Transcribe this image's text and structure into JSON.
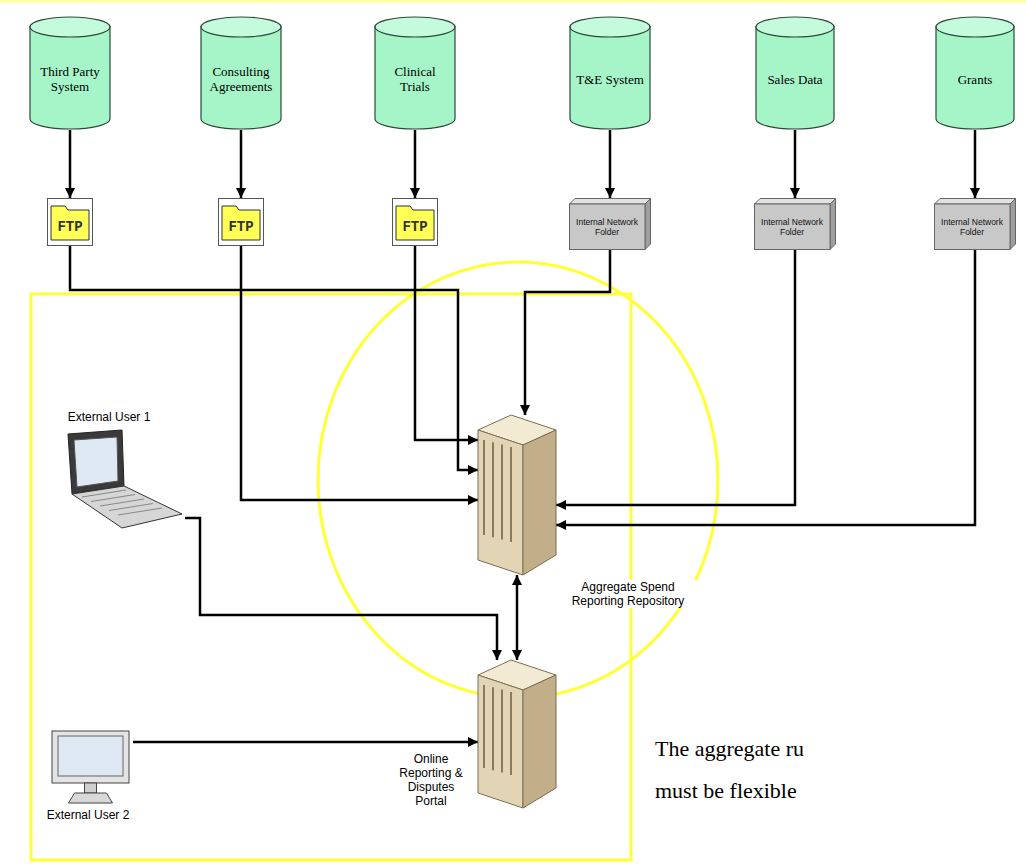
{
  "diagram": {
    "nodes": [
      {
        "text": [
          "Third Party System"
        ]
      },
      {
        "text": [
          "Consulting Agreements"
        ]
      },
      {
        "text": [
          "Clinical Trials"
        ]
      },
      {
        "text": [
          "T&E System"
        ]
      },
      {
        "text": [
          "Sales Data"
        ]
      },
      {
        "text": [
          "Grants"
        ]
      },
      {
        "text": [
          "FTP"
        ]
      },
      {
        "text": [
          "FTP"
        ]
      },
      {
        "text": [
          "FTP"
        ]
      },
      {
        "text": [
          "Internal Network Folder"
        ]
      },
      {
        "text": [
          "Internal Network Folder"
        ]
      },
      {
        "text": [
          "Internal Network Folder"
        ]
      },
      {
        "text": [
          "Aggregate Spend Reporting Repository"
        ]
      },
      {
        "text": [
          "External User 1"
        ]
      },
      {
        "text": [
          "External User 2"
        ]
      },
      {
        "text": [
          "Online Reporting & Disputes Portal"
        ]
      }
    ],
    "edges": [
      {
        "from": 0,
        "to": 6,
        "arrow": "to"
      },
      {
        "from": 1,
        "to": 7,
        "arrow": "to"
      },
      {
        "from": 2,
        "to": 8,
        "arrow": "to"
      },
      {
        "from": 3,
        "to": 9,
        "arrow": "to"
      },
      {
        "from": 4,
        "to": 10,
        "arrow": "to"
      },
      {
        "from": 5,
        "to": 11,
        "arrow": "to"
      },
      {
        "from": 6,
        "to": 12,
        "arrow": "to"
      },
      {
        "from": 7,
        "to": 12,
        "arrow": "to"
      },
      {
        "from": 8,
        "to": 12,
        "arrow": "to"
      },
      {
        "from": 9,
        "to": 12,
        "arrow": "to"
      },
      {
        "from": 10,
        "to": 12,
        "arrow": "to"
      },
      {
        "from": 11,
        "to": 12,
        "arrow": "to"
      },
      {
        "from": 13,
        "to": 15,
        "arrow": "to"
      },
      {
        "from": 14,
        "to": 15,
        "arrow": "to"
      },
      {
        "from": 15,
        "to": 12,
        "arrow": "both"
      }
    ],
    "labels": [
      "The aggregate ru",
      "must be flexible"
    ]
  }
}
